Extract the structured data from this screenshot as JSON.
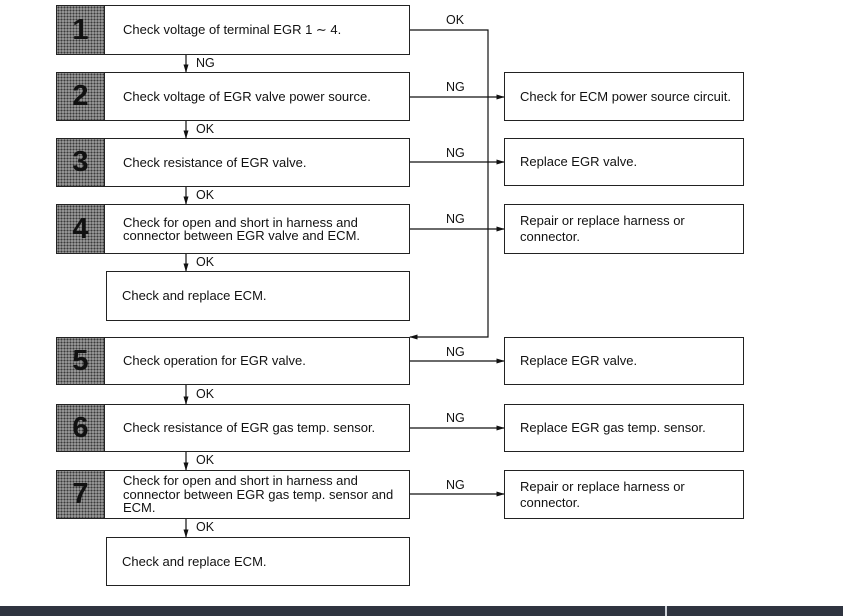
{
  "steps": [
    {
      "num": "1",
      "text": "Check voltage of terminal EGR 1 ∼ 4."
    },
    {
      "num": "2",
      "text": "Check voltage of EGR valve power source."
    },
    {
      "num": "3",
      "text": "Check resistance of EGR valve."
    },
    {
      "num": "4",
      "text": "Check for open and short in harness and connector between EGR valve and ECM."
    },
    {
      "num": "5",
      "text": "Check operation for EGR valve."
    },
    {
      "num": "6",
      "text": "Check resistance of EGR gas temp. sensor."
    },
    {
      "num": "7",
      "text": "Check for open and short in harness and connector between EGR gas temp. sensor and ECM."
    }
  ],
  "end_boxes": [
    "Check and replace ECM.",
    "Check and replace ECM."
  ],
  "results": [
    "Check for ECM power source circuit.",
    "Replace EGR valve.",
    "Repair or replace harness or connector.",
    "Replace EGR valve.",
    "Replace EGR gas temp. sensor.",
    "Repair or replace harness or connector."
  ],
  "labels": {
    "ok": "OK",
    "ng": "NG"
  }
}
